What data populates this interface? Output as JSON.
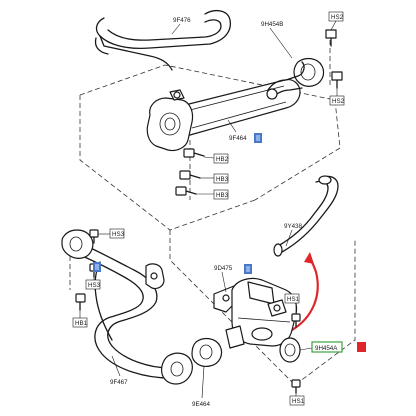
{
  "diagram": {
    "accent_blue": "#4a78c8",
    "accent_red": "#e0262a",
    "highlight_green": "#2c9a2c",
    "labels": {
      "pipe_upper": "9F476",
      "gasket_upper": "9H454B",
      "cooler": "9F464",
      "tube_right": "9Y438",
      "bracket": "9D475",
      "pipe_lower": "9F467",
      "gasket_lower": "9E464",
      "valve_gasket": "9H454A",
      "bolt_hs2_top": "HS2",
      "bolt_hs2_mid": "HS2",
      "bolt_hb2": "HB2",
      "bolt_hb3_a": "HB3",
      "bolt_hb3_b": "HB3",
      "bolt_hs3_a": "HS3",
      "bolt_hs3_b": "HS3",
      "bolt_hb1": "HB1",
      "bolt_hs1_a": "HS1",
      "bolt_hs1_b": "HS1"
    }
  }
}
